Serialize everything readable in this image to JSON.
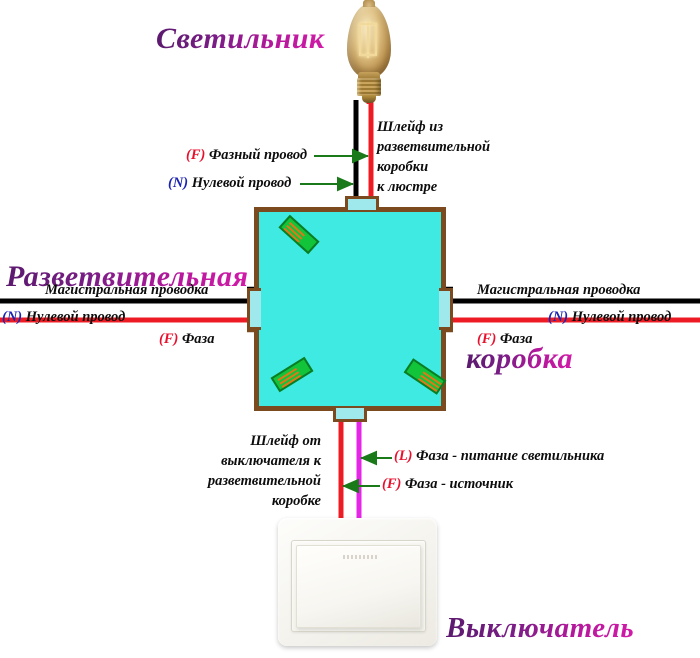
{
  "diagram": {
    "title_lamp": "Светильник",
    "title_box_line1": "Разветвительная",
    "title_box_line2": "коробка",
    "title_switch": "Выключатель"
  },
  "labels": {
    "phase_wire": {
      "tag": "(F)",
      "text": " Фазный провод"
    },
    "neutral_wire": {
      "tag": "(N)",
      "text": " Нулевой провод"
    },
    "loop_top": {
      "line1": "Шлейф из",
      "line2": "разветвительной",
      "line3": "коробки",
      "line4": "к люстре"
    },
    "trunk_left": "Магистральная проводка",
    "neutral_left": {
      "tag": "(N)",
      "text": " Нулевой провод"
    },
    "phase_left": {
      "tag": "(F)",
      "text": " Фаза"
    },
    "trunk_right": "Магистральная проводка",
    "neutral_right": {
      "tag": "(N)",
      "text": " Нулевой провод"
    },
    "phase_right": {
      "tag": "(F)",
      "text": " Фаза"
    },
    "loop_bottom": {
      "line1": "Шлейф от",
      "line2": "выключателя к",
      "line3": "разветвительной",
      "line4": "коробке"
    },
    "lamp_supply": {
      "tag": "(L)",
      "text": " Фаза - питание светильника"
    },
    "phase_source": {
      "tag": "(F)",
      "text": " Фаза - источник"
    }
  },
  "colors": {
    "heading_purple": "#8b1a86",
    "phase_red": "#e8112d",
    "neutral_blue": "#1b23b4",
    "wire_red": "#ED1C24",
    "wire_black": "#000000",
    "wire_magenta": "#E626E6",
    "box_fill": "#3FEAE3",
    "box_border": "#7B4A1E",
    "terminal_green": "#12C43A",
    "terminal_copper": "#E07818",
    "arrow_green": "#1a7a1a"
  },
  "icons": {
    "lamp": "incandescent-bulb-icon",
    "junction_box": "junction-box-icon",
    "switch": "wall-switch-icon"
  }
}
